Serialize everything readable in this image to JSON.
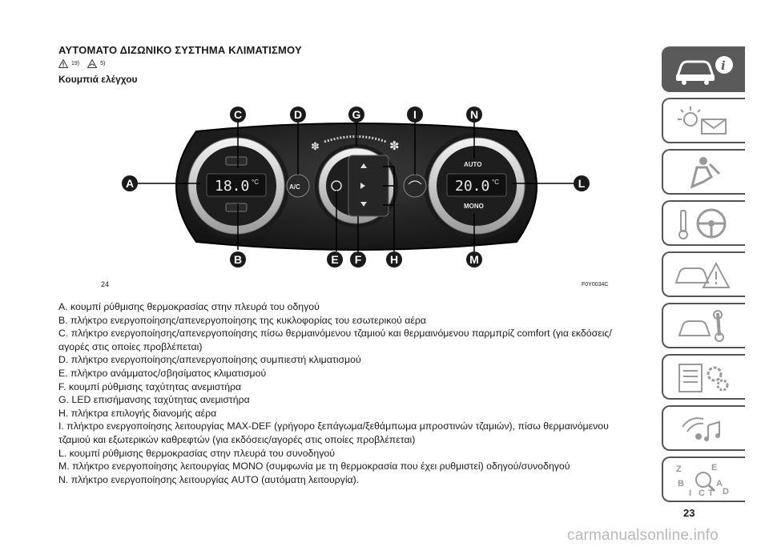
{
  "section": {
    "title": "ΑΥΤΟΜΑΤΟ ΔΙΖΩΝΙΚΟ ΣΥΣΤΗΜΑ ΚΛΙΜΑΤΙΣΜΟΥ",
    "warning_ref_1": "19)",
    "warning_ref_2": "5)",
    "subtitle": "Κουμπιά ελέγχου"
  },
  "figure": {
    "page_ref": "24",
    "code": "F0Y0034C",
    "callouts": [
      "A",
      "B",
      "C",
      "D",
      "E",
      "F",
      "G",
      "H",
      "I",
      "L",
      "M",
      "N"
    ],
    "display_left": "18.0",
    "display_right": "20.0",
    "unit": "°C",
    "btn_ac": "A/C",
    "btn_auto": "AUTO",
    "btn_mono": "MONO"
  },
  "legend": [
    "A. κουμπί ρύθμισης θερμοκρασίας στην πλευρά του οδηγού",
    "B. πλήκτρο ενεργοποίησης/απενεργοποίησης της κυκλοφορίας του εσωτερικού αέρα",
    "C. πλήκτρο ενεργοποίησης/απενεργοποίησης πίσω θερμαινόμενου τζαμιού και θερμαινόμενου παρμπρίζ comfort (για εκδόσεις/αγορές στις οποίες προβλέπεται)",
    "D. πλήκτρο ενεργοποίησης/απενεργοποίησης συμπιεστή κλιματισμού",
    "E. πλήκτρο ανάμματος/σβησίματος κλιματισμού",
    "F. κουμπί ρύθμισης ταχύτητας ανεμιστήρα",
    "G. LED επισήμανσης ταχύτητας ανεμιστήρα",
    "H. πλήκτρα επιλογής διανομής αέρα",
    "I. πλήκτρο ενεργοποίησης λειτουργίας MAX-DEF (γρήγορο ξεπάγωμα/ξεθάμπωμα μπροστινών τζαμιών), πίσω θερμαινόμενου τζαμιού και εξωτερικών καθρεφτών (για εκδόσεις/αγορές στις οποίες προβλέπεται)",
    "L. κουμπί ρύθμισης θερμοκρασίας στην πλευρά του συνοδηγού",
    "M. πλήκτρο ενεργοποίησης λειτουργίας MONO (συμφωνία με τη θερμοκρασία που έχει ρυθμιστεί) οδηγού/συνοδηγού",
    "N. πλήκτρο ενεργοποίησης λειτουργίας AUTO (αυτόματη λειτουργία)."
  ],
  "page_number": "23",
  "watermark": "carmanualsonline.info",
  "tabs": [
    {
      "icon": "car-info-icon",
      "active": true
    },
    {
      "icon": "dashboard-lights-icon",
      "active": false
    },
    {
      "icon": "seat-airbag-icon",
      "active": false
    },
    {
      "icon": "steering-key-icon",
      "active": false
    },
    {
      "icon": "car-warning-icon",
      "active": false
    },
    {
      "icon": "wrench-car-icon",
      "active": false
    },
    {
      "icon": "specs-gears-icon",
      "active": false
    },
    {
      "icon": "multimedia-icon",
      "active": false
    },
    {
      "icon": "alphabet-index-icon",
      "active": false
    }
  ]
}
